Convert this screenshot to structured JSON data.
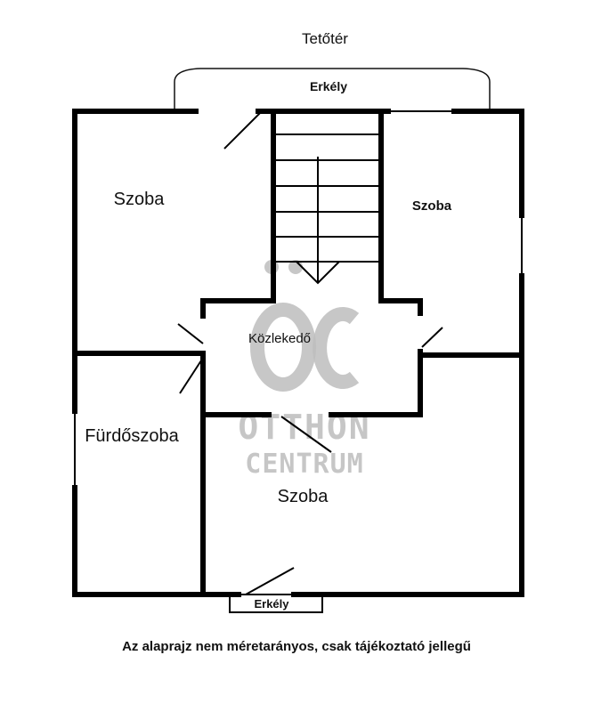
{
  "title": "Tetőtér",
  "balcony_top": "Erkély",
  "balcony_bottom": "Erkély",
  "rooms": {
    "room_top_left": "Szoba",
    "room_top_right": "Szoba",
    "corridor": "Közlekedő",
    "bathroom": "Fürdőszoba",
    "room_bottom": "Szoba"
  },
  "watermark": {
    "logo": "ÖC",
    "line1": "OTTHON",
    "line2": "CENTRUM"
  },
  "disclaimer": "Az alaprajz nem méretarányos, csak tájékoztató jellegű"
}
